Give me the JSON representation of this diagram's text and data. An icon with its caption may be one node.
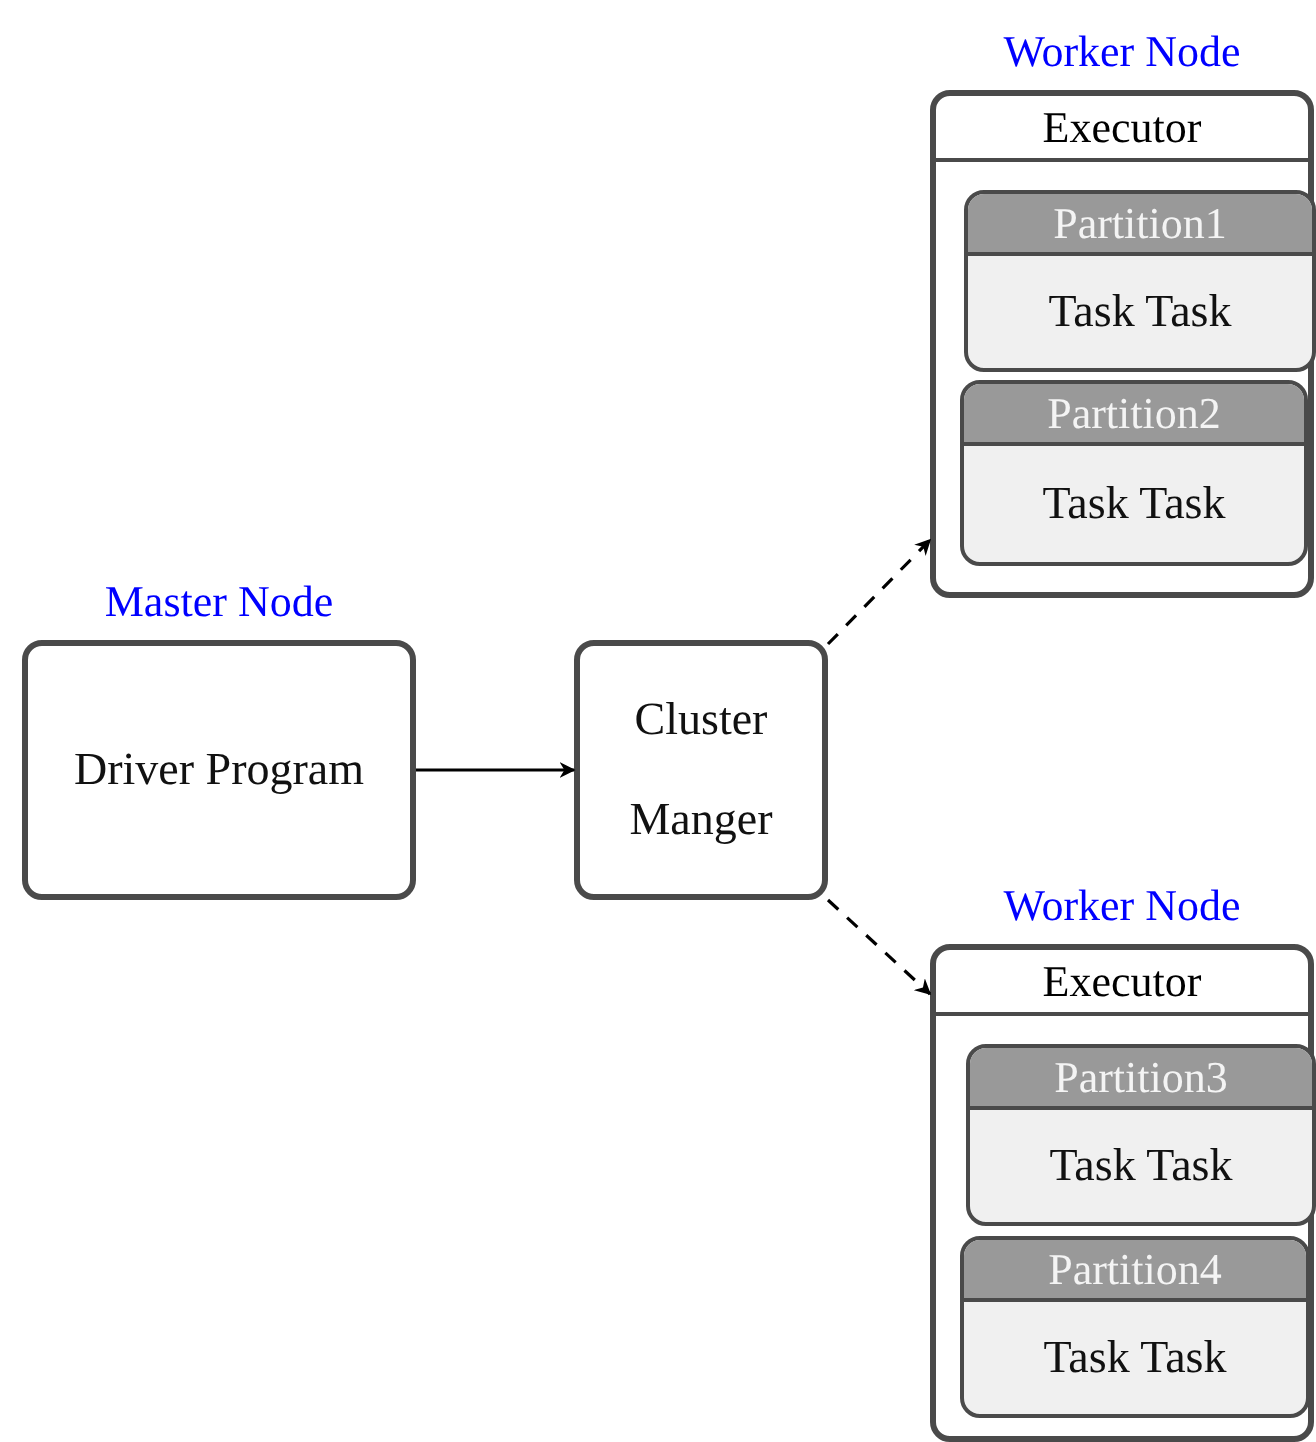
{
  "diagram": {
    "nodes": [
      {
        "text": [
          "Master Node",
          "Driver Program"
        ]
      },
      {
        "text": [
          "Cluster Manger"
        ]
      },
      {
        "text": [
          "Worker Node",
          "Executor"
        ]
      },
      {
        "text": [
          "Partition1",
          "Task Task"
        ],
        "in": 2
      },
      {
        "text": [
          "Partition2",
          "Task Task"
        ],
        "in": 2
      },
      {
        "text": [
          "Worker Node",
          "Executor"
        ]
      },
      {
        "text": [
          "Partition3",
          "Task Task"
        ],
        "in": 5
      },
      {
        "text": [
          "Partition4",
          "Task Task"
        ],
        "in": 5
      }
    ],
    "edges": [
      {
        "from": 0,
        "to": 1,
        "arrow": "to"
      },
      {
        "from": 1,
        "to": 2,
        "arrow": "to",
        "style": "dashed"
      },
      {
        "from": 1,
        "to": 5,
        "arrow": "to",
        "style": "dashed"
      }
    ]
  }
}
